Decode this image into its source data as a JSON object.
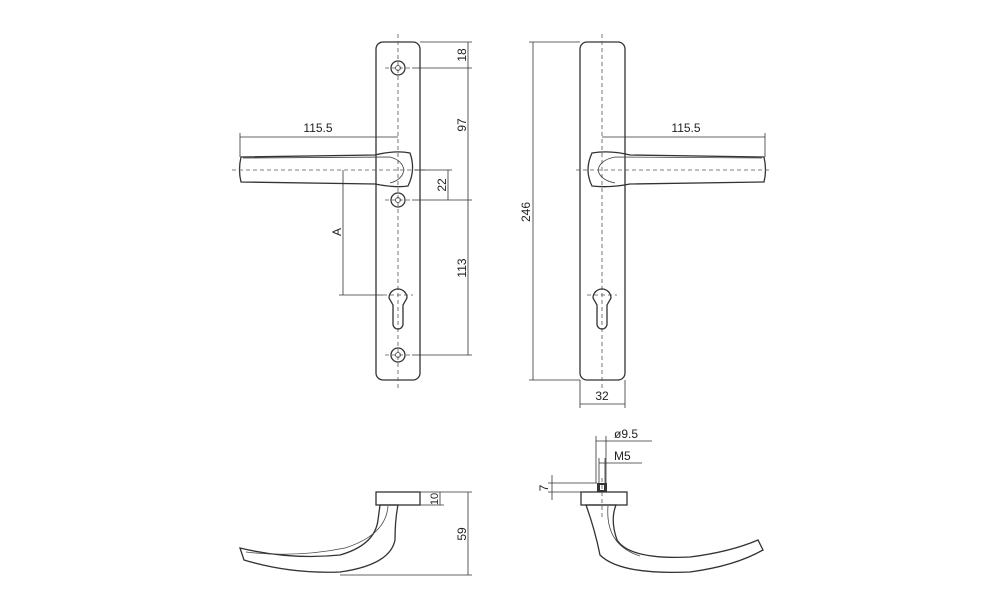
{
  "drawing": {
    "front_view": {
      "handle_length": "115.5",
      "top_hole_offset": "18",
      "hole_to_handle_axis": "97",
      "handle_axis_to_hole": "22",
      "hole_to_hole": "113",
      "backset_label": "A"
    },
    "side_view": {
      "handle_length": "115.5",
      "plate_height": "246",
      "plate_width": "32"
    },
    "profile_left": {
      "rose_height": "10",
      "total_depth": "59"
    },
    "profile_right": {
      "spindle_diameter": "ø9.5",
      "thread": "M5",
      "spindle_height": "7"
    }
  }
}
